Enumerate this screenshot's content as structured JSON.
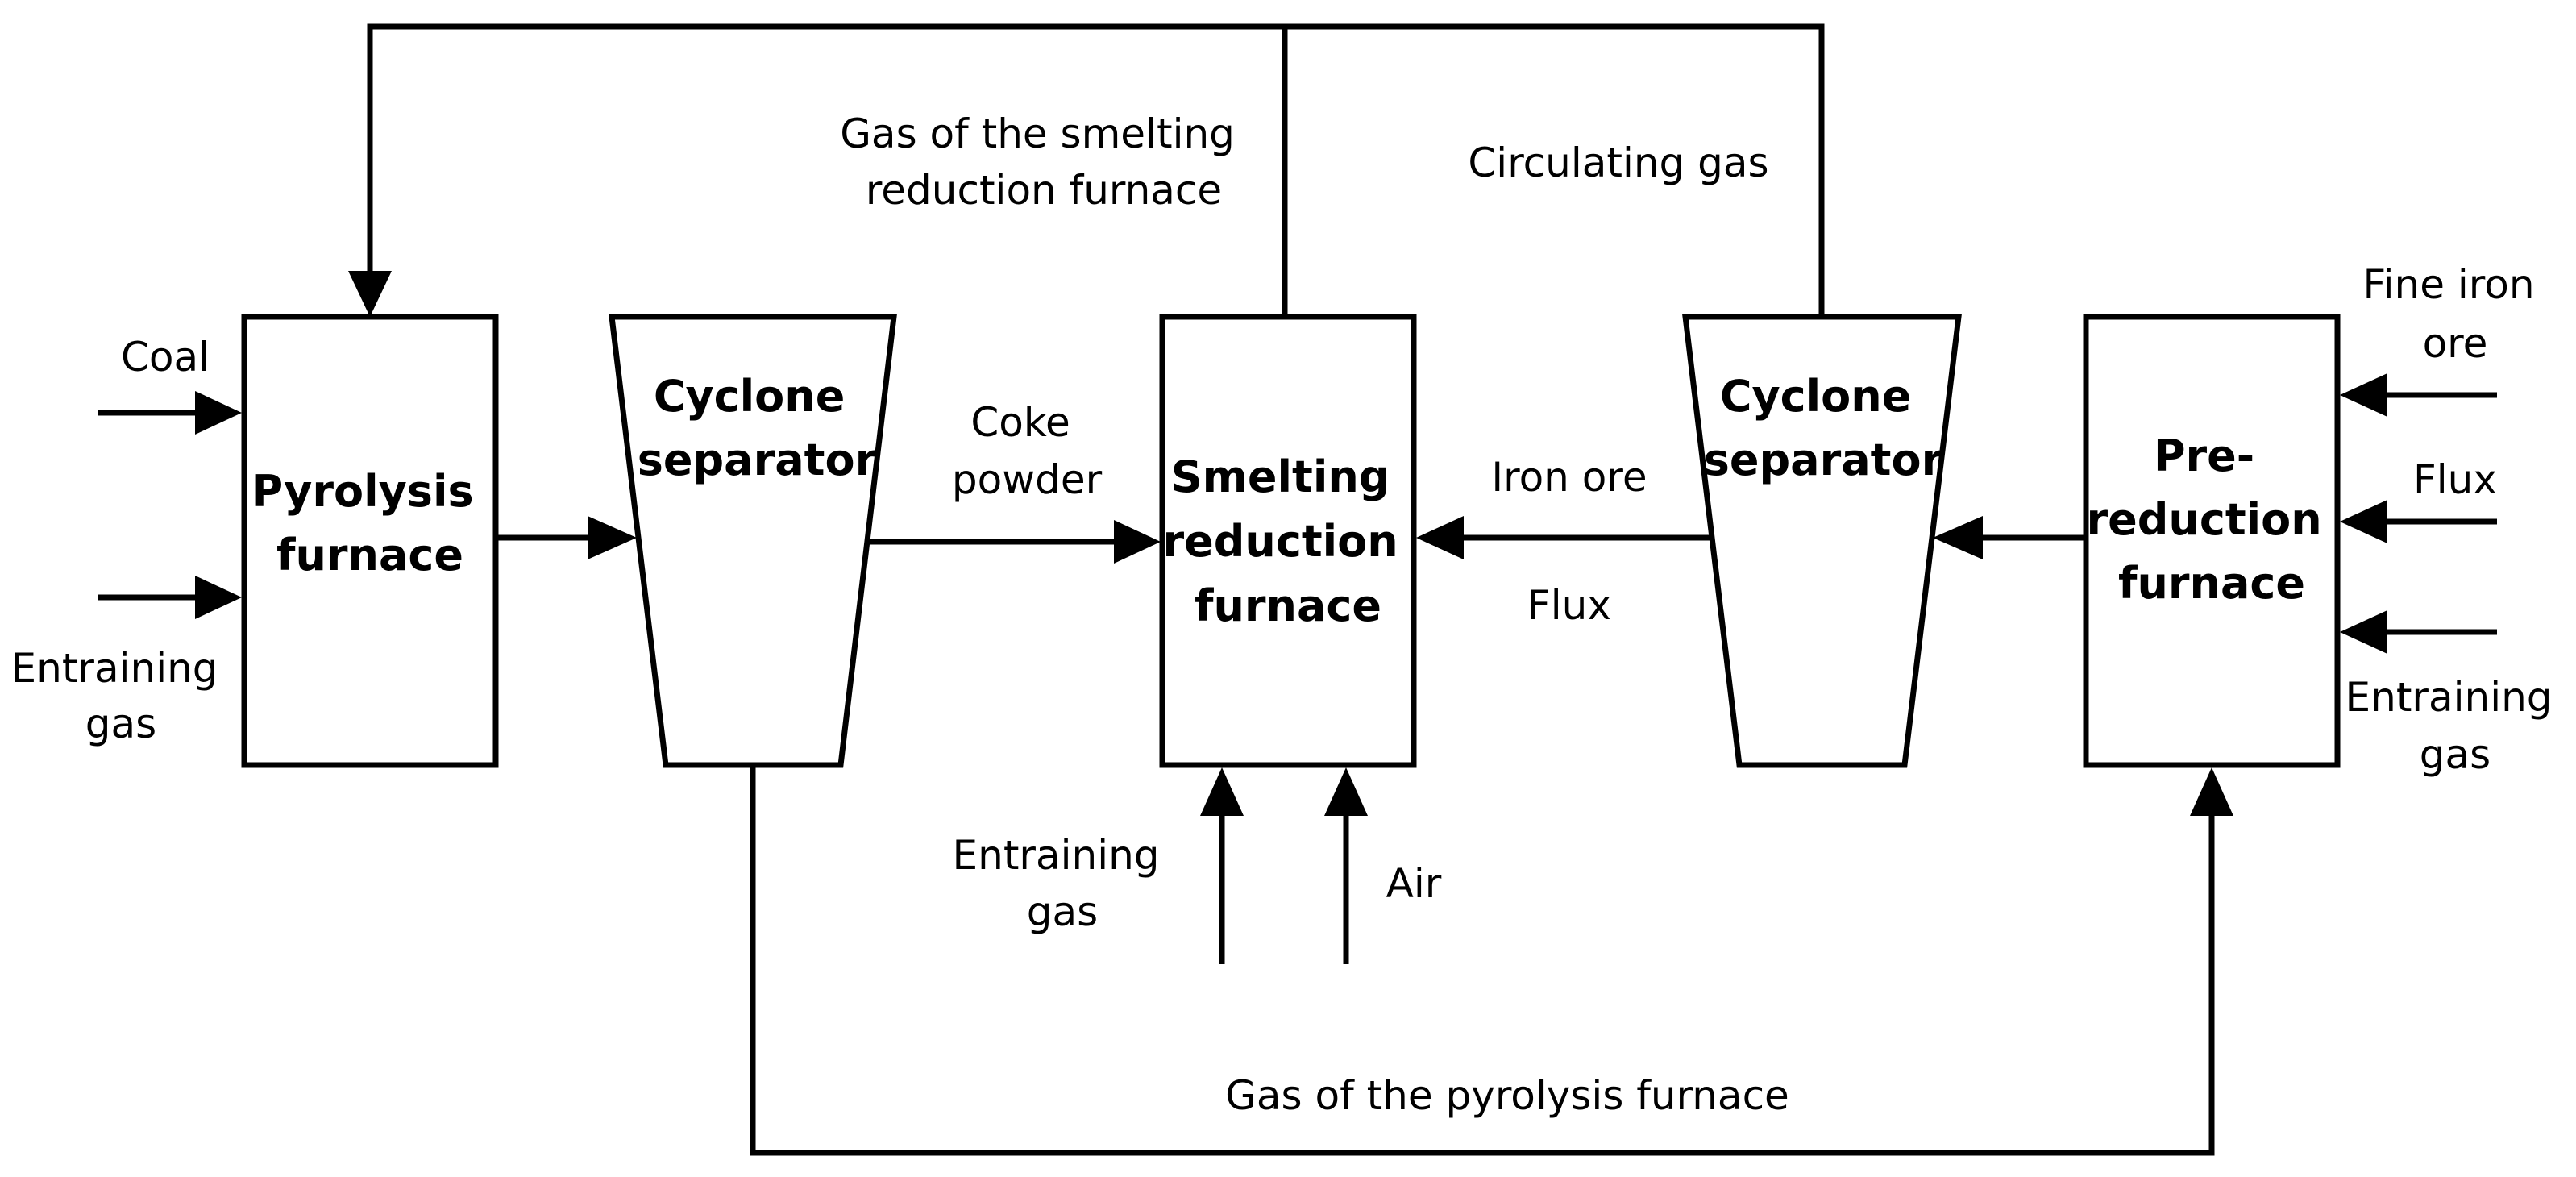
{
  "units": {
    "pyrolysis_furnace": [
      "Pyrolysis",
      "furnace"
    ],
    "cyclone_left": [
      "Cyclone",
      "separator"
    ],
    "smelting_furnace": [
      "Smelting",
      "reduction",
      "furnace"
    ],
    "cyclone_right": [
      "Cyclone",
      "separator"
    ],
    "prereduction_furnace": [
      "Pre-",
      "reduction",
      "furnace"
    ]
  },
  "streams": {
    "coal": [
      "Coal"
    ],
    "entraining_gas_left": [
      "Entraining",
      "gas"
    ],
    "smelting_gas": [
      "Gas of the smelting",
      "reduction furnace"
    ],
    "circulating_gas": [
      "Circulating gas"
    ],
    "coke_powder": [
      "Coke",
      "powder"
    ],
    "iron_ore": [
      "Iron ore"
    ],
    "flux_mid": [
      "Flux"
    ],
    "fine_iron_ore": [
      "Fine iron",
      "ore"
    ],
    "flux_right": [
      "Flux"
    ],
    "entraining_gas_right": [
      "Entraining",
      "gas"
    ],
    "entraining_gas_bottom": [
      "Entraining",
      "gas"
    ],
    "air": [
      "Air"
    ],
    "pyrolysis_gas": [
      "Gas of the pyrolysis furnace"
    ]
  }
}
